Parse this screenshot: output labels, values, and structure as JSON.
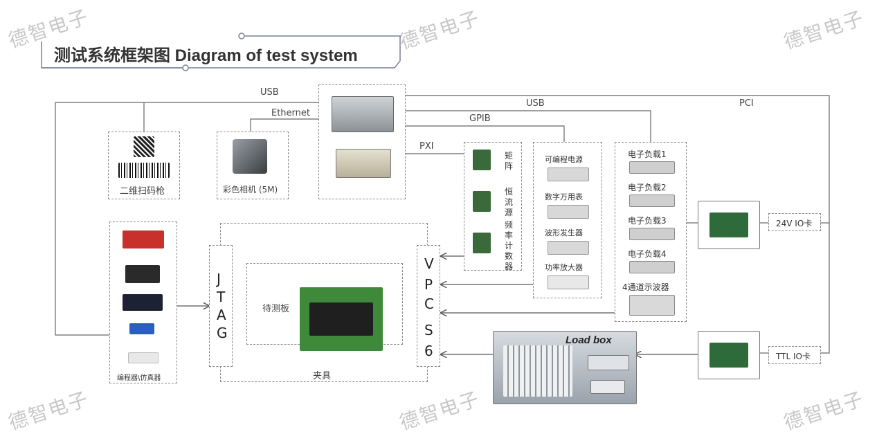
{
  "watermark": "德智电子",
  "title": "测试系统框架图 Diagram of test system",
  "links": {
    "usb_left": "USB",
    "ethernet": "Ethernet",
    "usb_right": "USB",
    "pci": "PCI",
    "gpib": "GPIB",
    "pxi": "PXI"
  },
  "devices": {
    "scanner": "二维扫码枪",
    "camera": "彩色相机 (5M)",
    "programmer": "编程器\\仿真器",
    "dut": "待测板",
    "fixture": "夹具",
    "jtag": [
      "J",
      "T",
      "A",
      "G"
    ],
    "vpc": [
      "V",
      "P",
      "C",
      "S",
      "6"
    ],
    "pxi_cards": [
      {
        "label": [
          "矩",
          "阵"
        ]
      },
      {
        "label": [
          "恒",
          "流",
          "源"
        ]
      },
      {
        "label": [
          "频",
          "率",
          "计",
          "数",
          "器"
        ]
      }
    ],
    "instruments": [
      "可编程电源",
      "数字万用表",
      "波形发生器",
      "功率放大器"
    ],
    "loads": [
      "电子负载1",
      "电子负载2",
      "电子负载3",
      "电子负载4",
      "4通道示波器"
    ],
    "io24": "24V IO卡",
    "ttl": "TTL IO卡",
    "loadbox": "Load box"
  }
}
